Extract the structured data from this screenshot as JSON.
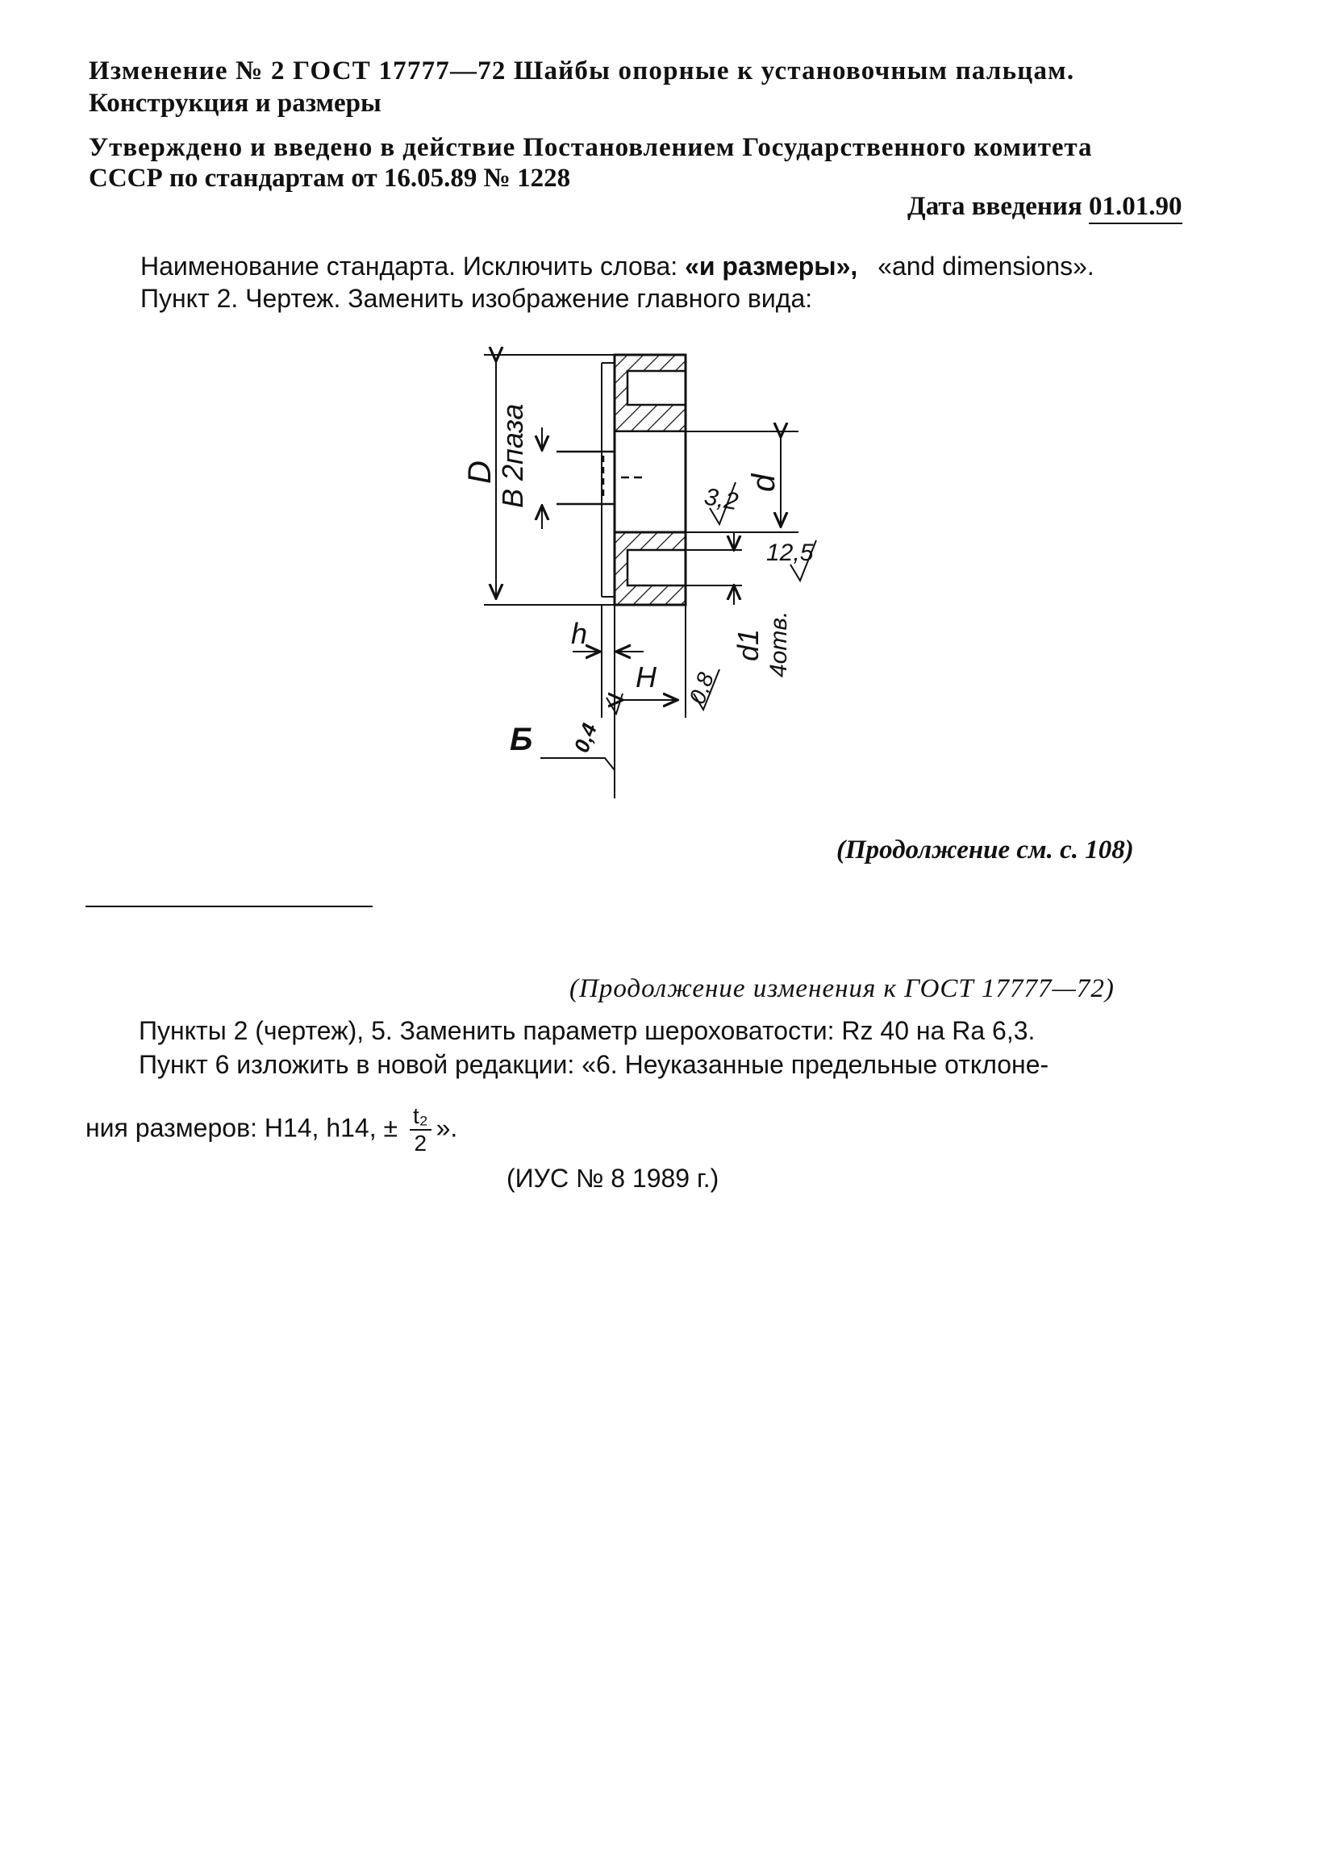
{
  "header": {
    "title_line1": "Изменение № 2 ГОСТ 17777—72 Шайбы опорные к установочным пальцам.",
    "title_line2": "Конструкция и размеры",
    "approved_line1": "Утверждено и введено в действие Постановлением Государственного комитета",
    "approved_line2": "СССР по стандартам от 16.05.89 № 1228",
    "date_label": "Дата введения",
    "date_value": "01.01.90"
  },
  "body": {
    "para1_prefix": "Наименование стандарта. Исключить слова: ",
    "para1_ru": "«и размеры»,",
    "para1_en": "«and dimensions».",
    "para2": "Пункт 2. Чертеж. Заменить изображение главного вида:",
    "continued_note": "(Продолжение см. с. 108)"
  },
  "drawing": {
    "labels": {
      "D": "D",
      "B_slots": "B 2паза",
      "d": "d",
      "rough_32": "3,2",
      "rough_125": "12,5",
      "d1": "d1",
      "holes": "4отв.",
      "h": "h",
      "H": "H",
      "rough_08": "0,8",
      "rough_04": "0,4",
      "B_ref": "Б"
    }
  },
  "continuation": {
    "heading": "(Продолжение изменения к ГОСТ 17777—72)",
    "line1": "Пункты 2 (чертеж), 5. Заменить параметр шероховатости: Rz 40 на Ra 6,3.",
    "line2": "Пункт 6 изложить в новой редакции: «6. Неуказанные предельные отклоне-",
    "line3_prefix": "ния размеров: H14, h14, ±",
    "frac_num": "t₂",
    "frac_den": "2",
    "line3_suffix": "».",
    "source": "(ИУС № 8 1989 г.)"
  }
}
